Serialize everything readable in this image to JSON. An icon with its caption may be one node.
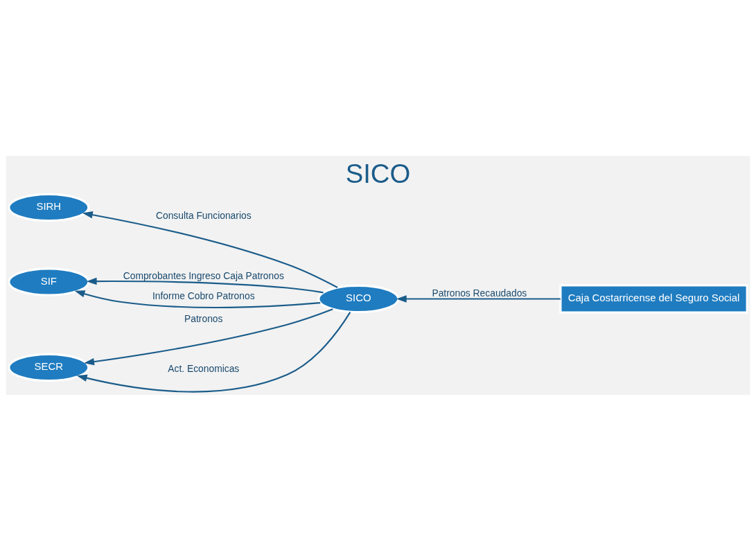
{
  "diagram": {
    "title": "SICO",
    "nodes": [
      {
        "text": [
          "SIRH"
        ]
      },
      {
        "text": [
          "SIF"
        ]
      },
      {
        "text": [
          "SICO"
        ]
      },
      {
        "text": [
          "Caja Costarricense del Seguro Social"
        ]
      },
      {
        "text": [
          "SECR"
        ]
      }
    ],
    "edges": [
      {
        "from": 2,
        "to": 0,
        "arrow": "to",
        "label": "Consulta Funcionarios"
      },
      {
        "from": 2,
        "to": 1,
        "arrow": "to",
        "label": "Comprobantes Ingreso Caja Patronos"
      },
      {
        "from": 2,
        "to": 1,
        "arrow": "to",
        "label": "Informe Cobro Patronos"
      },
      {
        "from": 3,
        "to": 2,
        "arrow": "to",
        "label": "Patronos Recaudados"
      },
      {
        "from": 2,
        "to": 4,
        "arrow": "to",
        "label": "Patronos"
      },
      {
        "from": 2,
        "to": 4,
        "arrow": "to",
        "label": "Act. Economicas"
      }
    ]
  }
}
